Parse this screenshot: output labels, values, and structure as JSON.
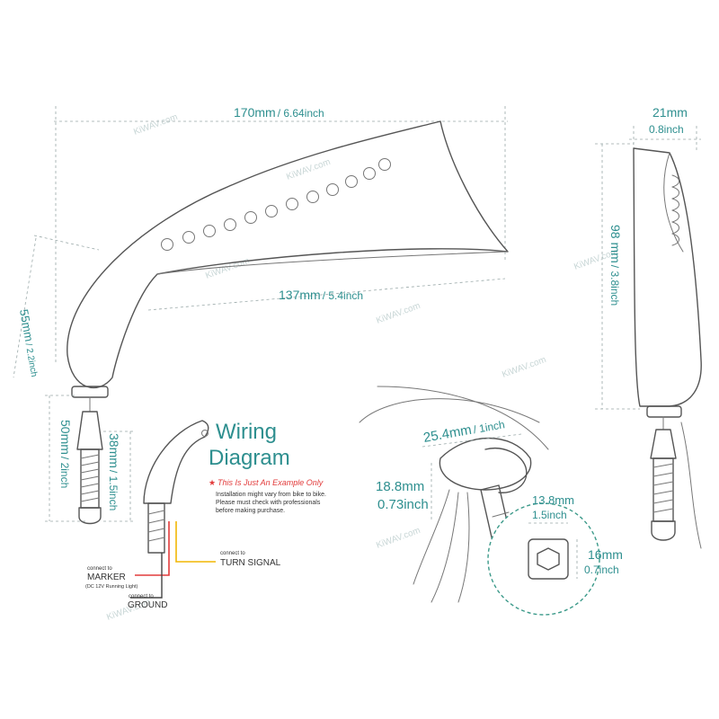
{
  "dimensions": {
    "top_width_mm": "170mm",
    "top_width_in": "/ 6.64inch",
    "glass_width_mm": "137mm",
    "glass_width_in": "/ 5.4inch",
    "body_height_mm": "55mm",
    "body_height_in": "/ 2.2inch",
    "stem_total_mm": "50mm",
    "stem_total_in": "/ 2inch",
    "stem_thread_mm": "38mm",
    "stem_thread_in": "/ 1.5inch",
    "side_width_mm": "21mm",
    "side_width_in": "0.8inch",
    "side_height_mm": "98 mm",
    "side_height_in": "/ 3.8inch",
    "mount_width_mm": "25.4mm",
    "mount_width_in": "/ 1inch",
    "mount_dia_mm": "18.8mm",
    "mount_dia_in": "0.73inch",
    "nut_flat_mm": "13.8mm",
    "nut_flat_in": "1.5inch",
    "nut_height_mm": "16mm",
    "nut_height_in": "0.7inch"
  },
  "wiring": {
    "title_line1": "Wiring",
    "title_line2": "Diagram",
    "example_note": "This Is Just An Example Only",
    "note_line1": "Installation might vary from bike to bike.",
    "note_line2": "Please must check with professionals",
    "note_line3": "before making purchase.",
    "marker_connect": "connect to",
    "marker_label": "MARKER",
    "marker_sub": "(DC 12V Running Light)",
    "turn_connect": "connect to",
    "turn_label": "TURN SIGNAL",
    "ground_connect": "connect to",
    "ground_label": "GROUND",
    "colors": {
      "marker_wire": "#e23b3b",
      "turn_wire": "#f2b705",
      "ground_wire": "#444444",
      "note_star": "#e23b3b"
    }
  },
  "watermark": "KiWAV.com"
}
